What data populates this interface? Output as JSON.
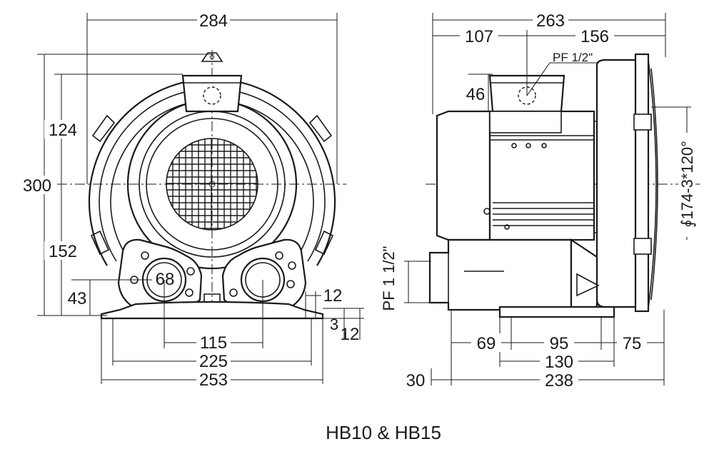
{
  "front_view": {
    "width_overall": "284",
    "height_overall": "300",
    "top_to_center": "124",
    "center_to_base": "152",
    "port_height": "43",
    "port_dia": "68",
    "port_spacing": "115",
    "foot_hole_spacing": "225",
    "base_width": "253",
    "foot_thickness": "12",
    "foot_offset": "3",
    "foot_height": "12"
  },
  "side_view": {
    "length_overall": "263",
    "motor_part": "107",
    "blower_part": "156",
    "box_height": "46",
    "box_thread": "PF 1/2\"",
    "port_thread": "PF 1 1/2\"",
    "flange_spec": "∮174-3*120°",
    "foot_front": "69",
    "foot_hole_spacing": "95",
    "foot_rear": "75",
    "foot_length": "130",
    "foot_margin": "30",
    "base_length": "238"
  },
  "caption": "HB10 & HB15"
}
